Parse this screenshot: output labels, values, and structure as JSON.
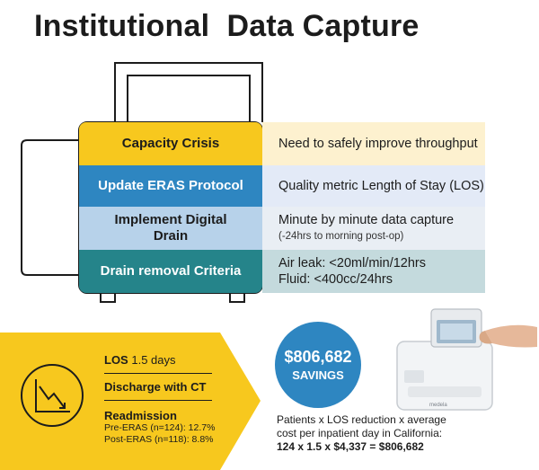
{
  "title": "Institutional  Data Capture",
  "rows": [
    {
      "left": "Capacity Crisis",
      "right": "Need to safely improve throughput",
      "right_small": ""
    },
    {
      "left": "Update ERAS Protocol",
      "right": "Quality metric Length of Stay (LOS)",
      "right_small": ""
    },
    {
      "left": "Implement Digital Drain",
      "right": "Minute by minute data capture",
      "right_small": "(-24hrs to morning post-op)"
    },
    {
      "left": "Drain removal Criteria",
      "right": "Air leak: <20ml/min/12hrs",
      "right2": "Fluid: <400cc/24hrs"
    }
  ],
  "los": {
    "label": "LOS",
    "value": "1.5 days",
    "discharge": "Discharge with CT",
    "readmission_title": "Readmission",
    "pre": "Pre-ERAS (n=124): 12.7%",
    "post": "Post-ERAS (n=118): 8.8%"
  },
  "savings": {
    "amount": "$806,682",
    "label": "SAVINGS"
  },
  "formula": {
    "line1": "Patients x LOS reduction x average",
    "line2": "cost per inpatient day in California:",
    "line3": "124 x 1.5 x $4,337 = $806,682"
  },
  "device": {
    "brand": "medela"
  },
  "colors": {
    "yellow": "#f7c81e",
    "blue": "#2e86c1",
    "teal": "#25848a"
  }
}
